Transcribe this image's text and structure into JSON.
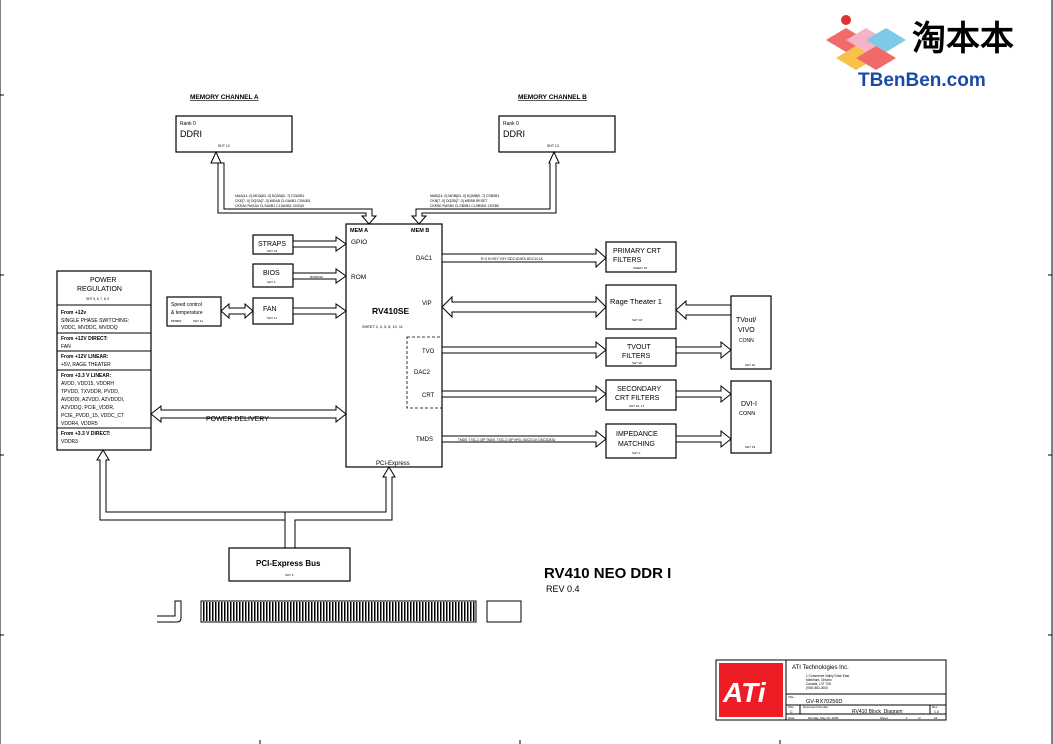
{
  "memory_channel_a": {
    "title": "MEMORY CHANNEL A",
    "rank": "Rank 0",
    "type": "DDRI",
    "sheet": "SHT 12",
    "bus_lines": [
      "MAA[14..0]   MDA[63..0]   DQMA[0..7]   CSA0B1",
      "CKE[7..0]   DQSA[7..0]   WEAB   CLSA0B1   CSA0B1",
      "CKEA0   RASA0   CLSA0B1   CLSA0B1   CKEA0"
    ]
  },
  "memory_channel_b": {
    "title": "MEMORY CHANNEL B",
    "rank": "Rank 0",
    "type": "DDRI",
    "sheet": "SHT 13",
    "bus_lines": [
      "MAB[14..0]   MDB[63..0]   DQMB[0..7]   CSB0B1",
      "CKB[7..0]   DQSB[7..0]   WEBB   RESET",
      "CKEB0   RASB0   CLSB0B1   CLSB0B1   CKEB0"
    ]
  },
  "gpu": {
    "name": "RV410SE",
    "sheets": "SHEET 2, 4, 5, 8, 10, 11",
    "mem_a": "MEM A",
    "mem_b": "MEM B",
    "gpio": "GPIO",
    "rom": "ROM",
    "dac1": "DAC1",
    "vip": "VIP",
    "tvo": "TVO",
    "dac2": "DAC2",
    "crt": "CRT",
    "tmds": "TMDS",
    "pci": "PCI-Express"
  },
  "straps": {
    "label": "STRAPS",
    "sheet": "SHT 14"
  },
  "bios": {
    "label": "BIOS",
    "sheet": "SHT 4",
    "signal": "ROMCS#"
  },
  "fan": {
    "label": "FAN",
    "sheet": "SHT 11"
  },
  "speed_control": {
    "line1": "Speed control",
    "line2": "& temperature",
    "line3": "sensor",
    "sheet": "SHT 11"
  },
  "power_regulation": {
    "title_line1": "POWER",
    "title_line2": "REGULATION",
    "sheets": "SHT 5, 6, 7, 8, 9",
    "sections": [
      {
        "heading": "From +12v",
        "lines": [
          "SINGLE PHASE SWITCHING:",
          "VDDC, MVDDC, MVDDQ"
        ]
      },
      {
        "heading": "From +12V DIRECT:",
        "lines": [
          "FAN"
        ]
      },
      {
        "heading": "From +12V LINEAR:",
        "lines": [
          "+5V, RAGE THEATER"
        ]
      },
      {
        "heading": "From +3.3 V LINEAR:",
        "lines": [
          "AVDD, VDD15, VDDRH",
          "TPVDD, TXVDDR, PVDD,",
          "AVDDDI, A2VDD, A2VDDDI,",
          "A2VDDQ, PCIE_VDDR,",
          "PCIE_PVDD_15, VDDC_CT",
          "VDDR4, VDDR5"
        ]
      },
      {
        "heading": "From +3.3 V DIRECT:",
        "lines": [
          "VDDR3"
        ]
      }
    ]
  },
  "power_delivery": "POWER DELIVERY",
  "primary_crt": {
    "line1": "PRIMARY CRT",
    "line2": "FILTERS",
    "sheet": "SHEET 15",
    "signal": "R G B HSY VSY   DDC1DATA DDC1CLK"
  },
  "rage_theater": {
    "label": "Rage Theater 1",
    "sheet": "SHT 18"
  },
  "tvout_filters": {
    "line1": "TVOUT",
    "line2": "FILTERS",
    "sheet": "SHT 20"
  },
  "secondary_crt": {
    "line1": "SECONDARY",
    "line2": "CRT FILTERS",
    "sheet": "SHT 16, 17"
  },
  "impedance": {
    "line1": "IMPEDANCE",
    "line2": "MATCHING",
    "sheet": "SHT 4",
    "signal": "TMDS_TX[C,2..0]P  TMDS_TX[C,2..0]P  HPD, DDC2CLK  DDC2DATA"
  },
  "tvout_conn": {
    "line1": "TVout/",
    "line2": "VIVO",
    "line3": "CONN",
    "sheet": "SHT 20"
  },
  "dvi_conn": {
    "line1": "DVI-I",
    "line2": "CONN",
    "sheet": "SHT 19"
  },
  "pci_bus": {
    "label": "PCI-Express Bus",
    "sheet": "SHT 3"
  },
  "title": {
    "main": "RV410 NEO DDR I",
    "rev": "REV 0.4"
  },
  "logo": {
    "cn": "淘本本",
    "en": "TBenBen.com"
  },
  "title_block": {
    "company": "ATI Technologies Inc.",
    "address": [
      "1 Commerce Valley Drive East",
      "Markham, Ontario",
      "Canada, L3T 7X6",
      "(905) 882-2600"
    ],
    "title_label": "Title",
    "title_value": "GV-RX70256D",
    "size_label": "Size",
    "size_value": "C",
    "docnum_label": "Document Number",
    "docnum_value": "RV410 Block_Diagram",
    "rev_label": "Rev",
    "rev_value": "1.0",
    "date_label": "Date:",
    "date_value": "Monday, May 02, 2005",
    "sheet_label": "Sheet",
    "sheet_value": "1",
    "of_label": "of",
    "of_value": "22",
    "ati": "ATi"
  }
}
